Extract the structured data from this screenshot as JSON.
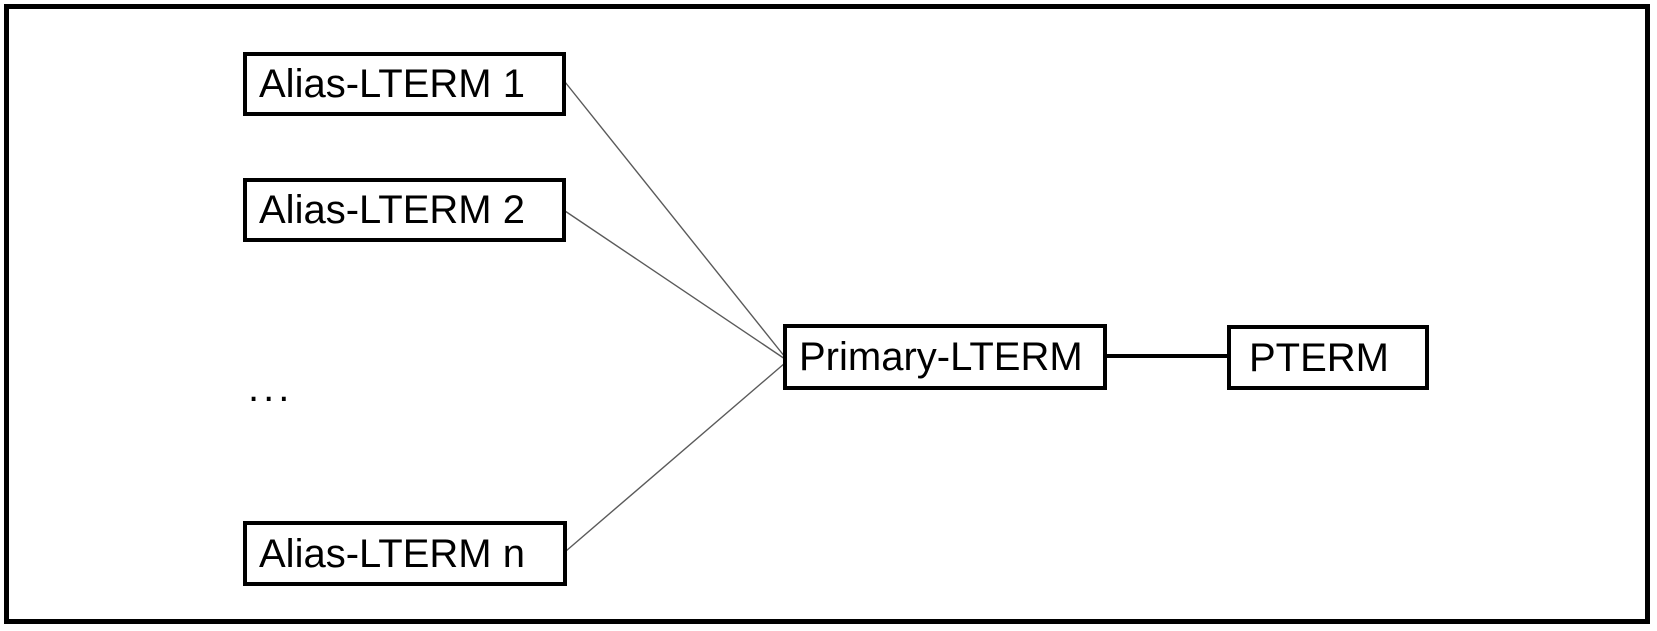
{
  "diagram": {
    "background_color": "#ffffff",
    "frame_color": "#000000",
    "box_border_color": "#000000",
    "diagonal_line_color": "#5a5a5a",
    "horizontal_line_color": "#000000",
    "ellipsis": "...",
    "nodes": [
      {
        "id": "alias-lterm-1",
        "label": "Alias-LTERM 1"
      },
      {
        "id": "alias-lterm-2",
        "label": "Alias-LTERM 2"
      },
      {
        "id": "alias-lterm-n",
        "label": "Alias-LTERM n"
      },
      {
        "id": "primary-lterm",
        "label": "Primary-LTERM"
      },
      {
        "id": "pterm",
        "label": "PTERM"
      }
    ],
    "edges": [
      {
        "from": "Alias-LTERM 1",
        "to": "Primary-LTERM"
      },
      {
        "from": "Alias-LTERM 2",
        "to": "Primary-LTERM"
      },
      {
        "from": "Alias-LTERM n",
        "to": "Primary-LTERM"
      },
      {
        "from": "Primary-LTERM",
        "to": "PTERM"
      }
    ]
  }
}
